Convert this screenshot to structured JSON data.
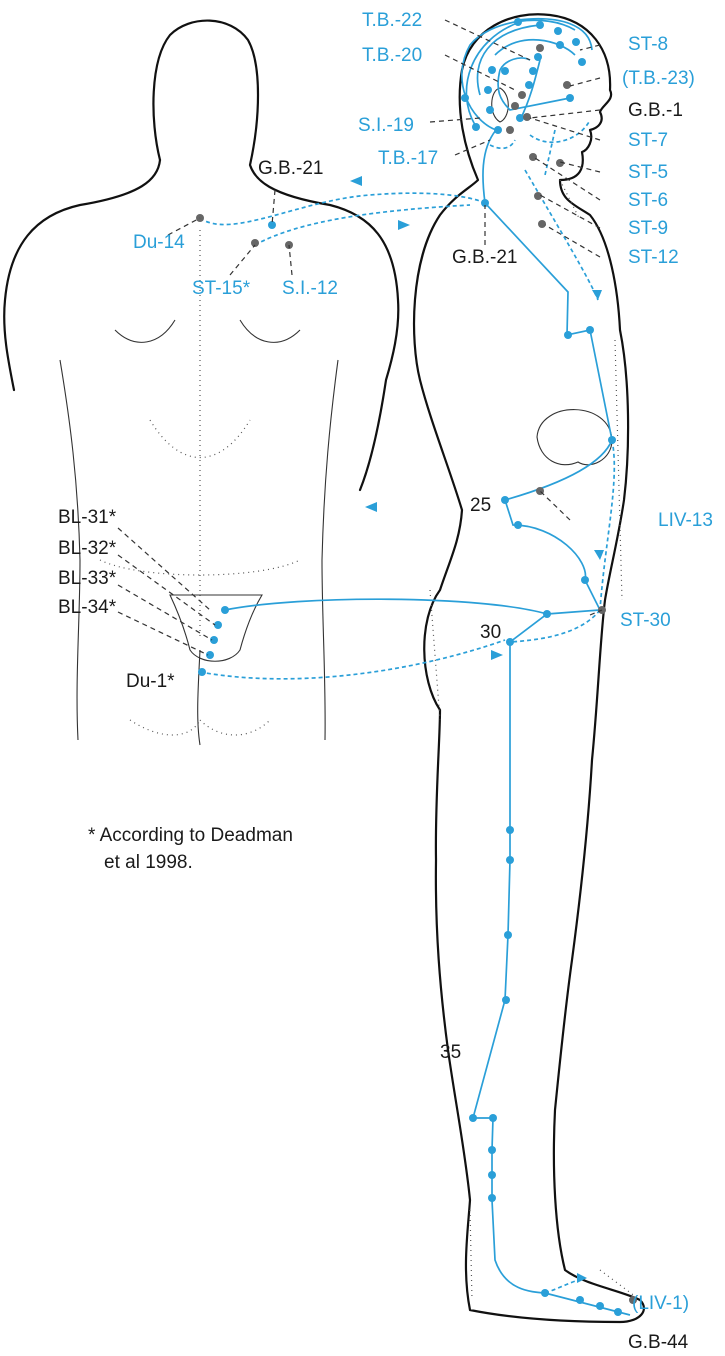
{
  "labels": {
    "tb22": "T.B.-22",
    "tb20": "T.B.-20",
    "st8": "ST-8",
    "tb23": "(T.B.-23)",
    "gb1": "G.B.-1",
    "si19": "S.I.-19",
    "st7": "ST-7",
    "tb17": "T.B.-17",
    "st5": "ST-5",
    "st6": "ST-6",
    "st9": "ST-9",
    "st12": "ST-12",
    "gb21_back": "G.B.-21",
    "du14": "Du-14",
    "st15": "ST-15*",
    "si12": "S.I.-12",
    "gb21_side": "G.B.-21",
    "n25": "25",
    "liv13": "LIV-13",
    "bl31": "BL-31*",
    "bl32": "BL-32*",
    "bl33": "BL-33*",
    "bl34": "BL-34*",
    "du1": "Du-1*",
    "n30": "30",
    "st30": "ST-30",
    "n35": "35",
    "liv1": "(LIV-1)",
    "gb44": "G.B-44"
  },
  "footnote": {
    "line1": "* According to Deadman",
    "line2": "et al 1998."
  },
  "colors": {
    "meridian": "#2a9fd8",
    "secondary_point": "#666666"
  }
}
